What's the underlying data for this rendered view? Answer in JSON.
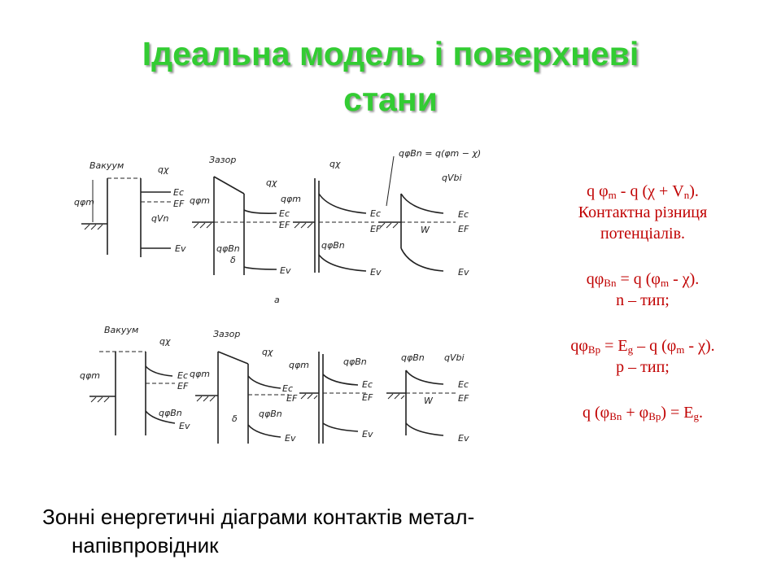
{
  "title": {
    "line1": "Ідеальна модель і поверхневі",
    "line2": "стани"
  },
  "figure": {
    "vacuum": "Вакуум",
    "gap": "Зазор",
    "q_chi": "qχ",
    "q_phi_m": "qφm",
    "q_vn": "qVn",
    "q_phi_bn": "qφBn",
    "q_vbi": "qVbi",
    "ec": "Ec",
    "ef": "EF",
    "ev": "Ev",
    "delta": "δ",
    "w": "W",
    "barrier_eq": "qφBn = q(φm − χ)",
    "panel_a": "а"
  },
  "formulas": [
    [
      {
        "t": "q φ"
      },
      {
        "s": "m"
      },
      {
        "t": " - q (χ + V"
      },
      {
        "s": "n"
      },
      {
        "t": ")."
      }
    ],
    [
      {
        "t": "Контактна різниця"
      }
    ],
    [
      {
        "t": "потенціалів."
      }
    ],
    "gap",
    [
      {
        "t": "qφ"
      },
      {
        "s": "Bn"
      },
      {
        "t": " = q (φ"
      },
      {
        "s": "m"
      },
      {
        "t": " - χ)."
      }
    ],
    [
      {
        "t": "n – тип;"
      }
    ],
    "gap",
    [
      {
        "t": "qφ"
      },
      {
        "s": "Bp"
      },
      {
        "t": " = E"
      },
      {
        "s": "g"
      },
      {
        "t": " – q (φ"
      },
      {
        "s": "m"
      },
      {
        "t": " - χ)."
      }
    ],
    [
      {
        "t": "p – тип;"
      }
    ],
    "gap",
    [
      {
        "t": "q (φ"
      },
      {
        "s": "Bn"
      },
      {
        "t": " + φ"
      },
      {
        "s": "Bp"
      },
      {
        "t": ") = E"
      },
      {
        "s": "g"
      },
      {
        "t": "."
      }
    ]
  ],
  "caption": {
    "line1": "Зонні енергетичні діаграми контактів метал-",
    "line2": "напівпровідник"
  }
}
